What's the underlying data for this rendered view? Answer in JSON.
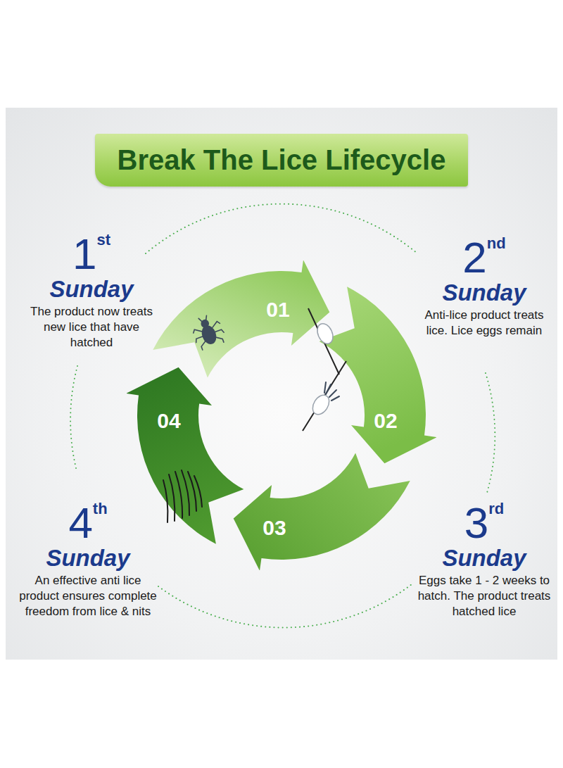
{
  "diagram": {
    "title": "Break The Lice Lifecycle",
    "nodes": [
      {
        "text": [
          "01"
        ]
      },
      {
        "text": [
          "02"
        ]
      },
      {
        "text": [
          "03"
        ]
      },
      {
        "text": [
          "04"
        ]
      }
    ],
    "labels": [
      "1",
      "st",
      "Sunday",
      "The product now treats new lice that have hatched",
      "2",
      "nd",
      "Sunday",
      "Anti-lice product treats lice. Lice eggs remain",
      "3",
      "rd",
      "Sunday",
      "Eggs take 1 - 2 weeks to hatch. The product treats hatched lice",
      "4",
      "th",
      "Sunday",
      "An effective anti lice product ensures complete freedom from lice & nits"
    ]
  }
}
